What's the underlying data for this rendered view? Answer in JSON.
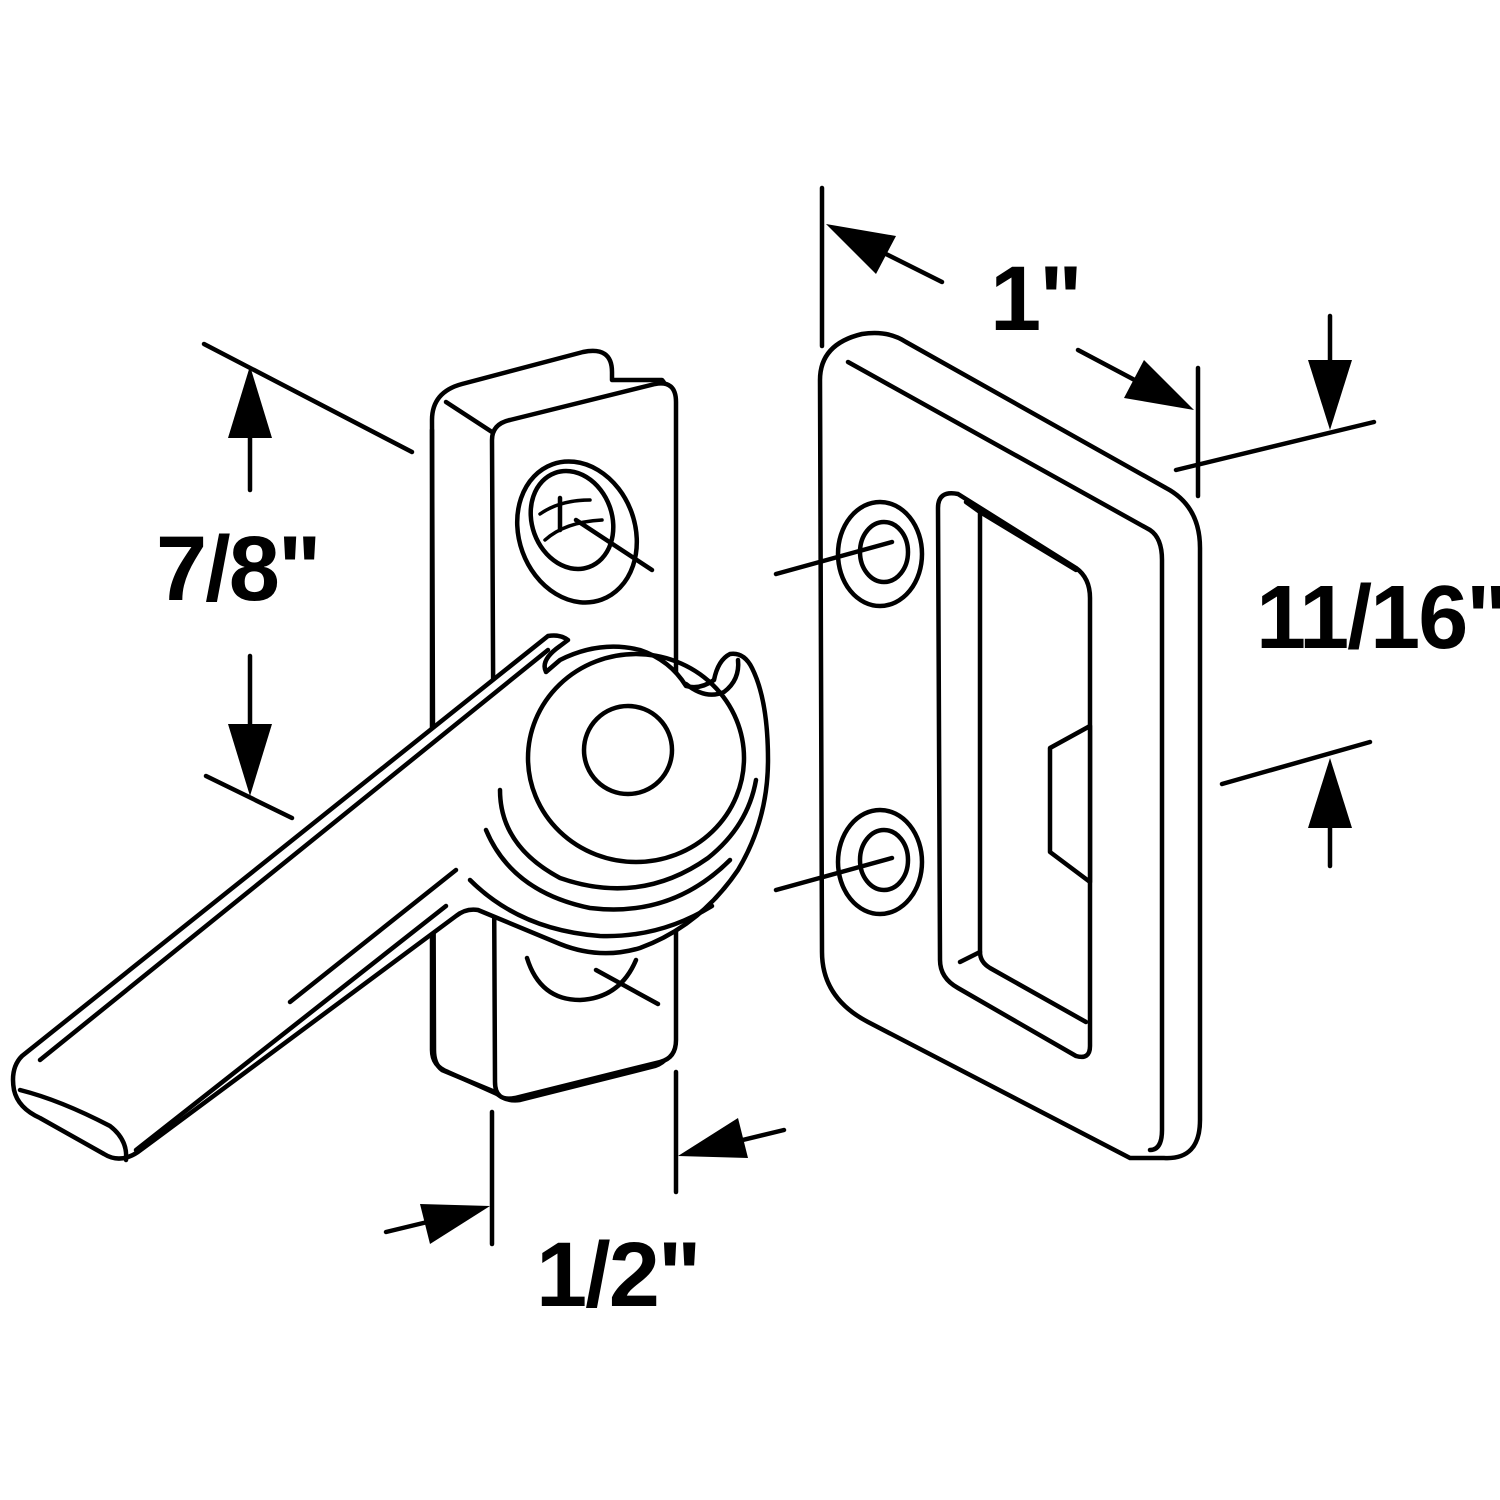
{
  "dimensions": {
    "lock_height": "7/8\"",
    "lock_width": "1/2\"",
    "keeper_width": "1\"",
    "keeper_height": "11/16\""
  },
  "colors": {
    "ink": "#000000",
    "background": "#ffffff"
  }
}
